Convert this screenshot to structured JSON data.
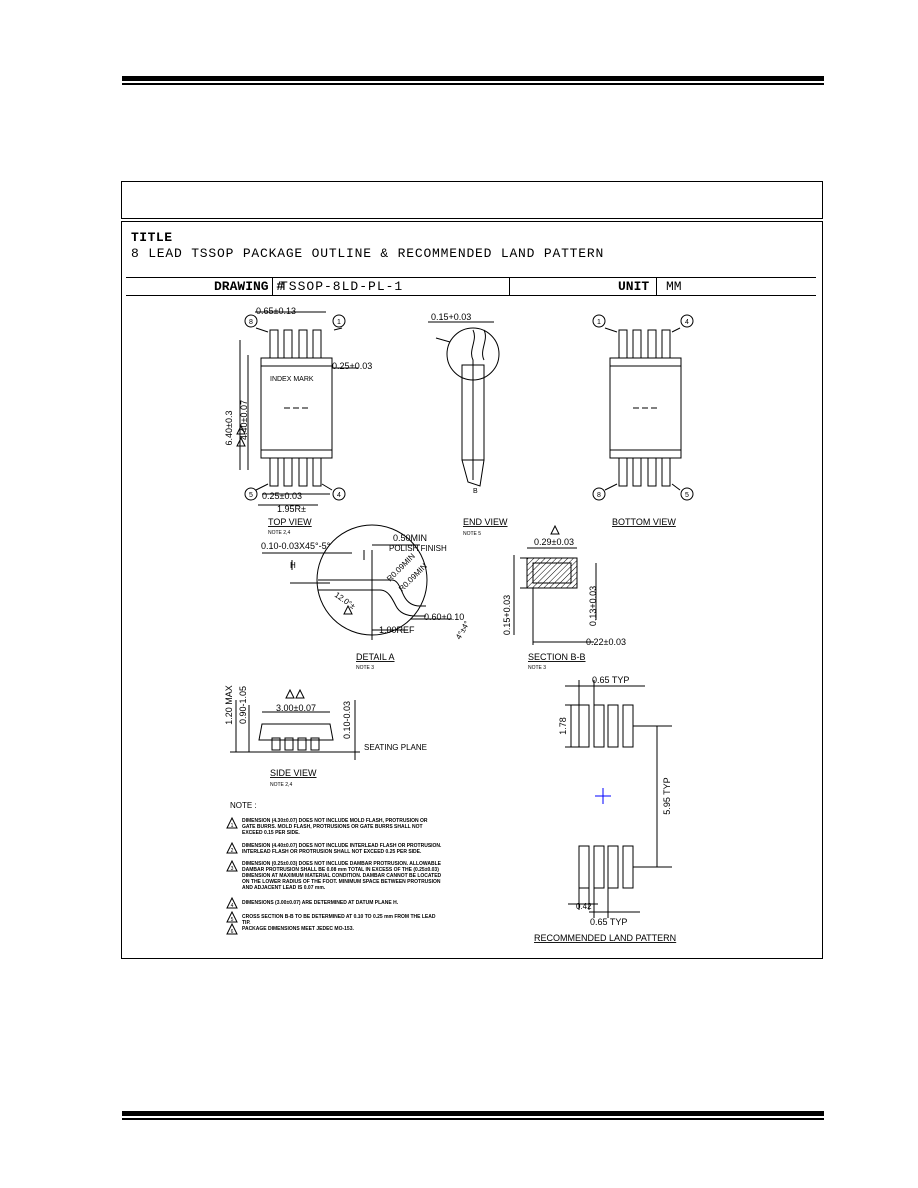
{
  "title": {
    "label": "TITLE",
    "text": "8 LEAD TSSOP PACKAGE OUTLINE & RECOMMENDED LAND PATTERN"
  },
  "drawing_row": {
    "drawing_label": "DRAWING #",
    "drawing_number": "TSSOP-8LD-PL-1",
    "unit_label": "UNIT",
    "unit_value": "MM"
  },
  "top_view": {
    "pitch": "0.65±0.13",
    "lead_top": "0.25+0.03",
    "index_mark": "INDEX MARK",
    "body_width": "6.40±0.3",
    "body_length": "4.40±0.07",
    "lead_width": "0.25±0.03",
    "span": "1.95R±",
    "pin1": "1",
    "pin4": "4",
    "pin5": "5",
    "pin8": "8",
    "caption": "TOP VIEW",
    "note": "NOTE 2,4"
  },
  "end_view": {
    "thickness": "0.15+0.03",
    "b_label": "B",
    "caption": "END VIEW",
    "note": "NOTE 5"
  },
  "bottom_view": {
    "pin1": "1",
    "pin4": "4",
    "pin5": "5",
    "pin8": "8",
    "caption": "BOTTOM VIEW"
  },
  "detail_a": {
    "chamfer": "0.10-0.03X45°-5°",
    "polish": "0.50MIN",
    "polish_note": "POLISH FINISH",
    "radius1": "R0.09MIN",
    "radius2": "R0.09MIN",
    "angle": "12.0°±",
    "foot": "1.00REF",
    "foot_length": "0.60+0.10",
    "angle2": "4°±4°",
    "h_label": "H",
    "caption": "DETAIL A",
    "note": "NOTE 3"
  },
  "section_bb": {
    "width": "0.29±0.03",
    "height": "0.15+0.03",
    "inner_height": "0.13+0.03",
    "base": "0.22±0.03",
    "caption": "SECTION B-B",
    "note": "NOTE 3"
  },
  "side_view": {
    "max_height": "1.20 MAX",
    "body_height": "0.90-1.05",
    "length": "3.00±0.07",
    "standoff": "0.10-0.03",
    "seating": "SEATING PLANE",
    "caption": "SIDE VIEW",
    "note": "NOTE 2,4"
  },
  "notes": {
    "heading": "NOTE :",
    "items": [
      {
        "num": "1",
        "text": "DIMENSION (4.30±0.07) DOES NOT INCLUDE MOLD FLASH, PROTRUSION OR GATE BURRS. MOLD FLASH, PROTRUSIONS OR GATE BURRS SHALL NOT EXCEED 0.15 PER SIDE."
      },
      {
        "num": "2",
        "text": "DIMENSION (4.40±0.07) DOES NOT INCLUDE INTERLEAD FLASH OR PROTRUSION. INTERLEAD FLASH OR PROTRUSION SHALL NOT EXCEED 0.25 PER SIDE."
      },
      {
        "num": "3",
        "text": "DIMENSION (0.25±0.03) DOES NOT INCLUDE DAMBAR PROTRUSION. ALLOWABLE DAMBAR PROTRUSION SHALL BE 0.08 mm TOTAL IN EXCESS OF THE (0.25±0.03) DIMENSION AT MAXIMUM MATERIAL CONDITION. DAMBAR CANNOT BE LOCATED ON THE LOWER RADIUS OF THE FOOT. MINIMUM SPACE BETWEEN PROTRUSION AND ADJACENT LEAD IS 0.07 mm."
      },
      {
        "num": "4",
        "text": "DIMENSIONS (3.00±0.07) ARE DETERMINED AT DATUM PLANE H."
      },
      {
        "num": "5",
        "text": "CROSS SECTION B-B TO BE DETERMINED AT 0.10 TO 0.25 mm FROM THE LEAD TIP."
      },
      {
        "num": "6",
        "text": "PACKAGE DIMENSIONS MEET JEDEC MO-153."
      }
    ]
  },
  "land_pattern": {
    "pitch_top": "0.65  TYP",
    "pad_length": "1.78",
    "row_spacing": "5.95  TYP",
    "pad_width": "0.42",
    "pitch_bottom": "0.65  TYP",
    "caption": "RECOMMENDED LAND PATTERN"
  },
  "colors": {
    "ink": "#000000",
    "center_mark": "#0000ff"
  }
}
